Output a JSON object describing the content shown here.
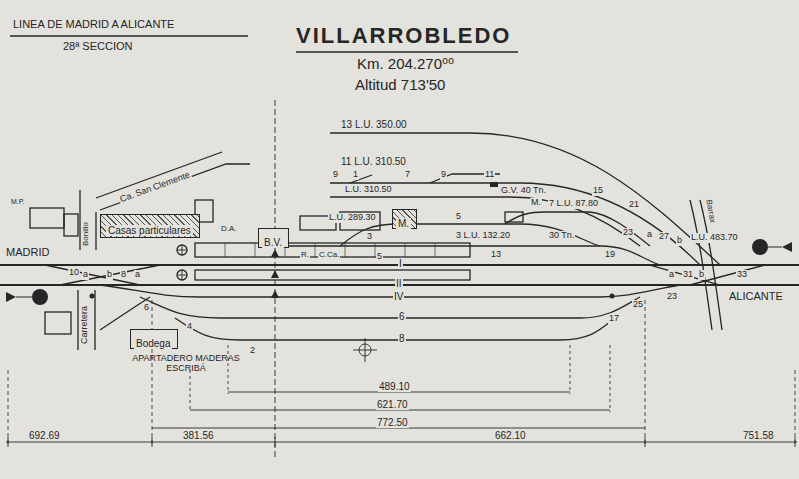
{
  "diagram": {
    "title": "VILLARROBLEDO",
    "nodes": [
      {
        "text": [
          "Casas particulares"
        ]
      },
      {
        "text": [
          "B.V."
        ]
      },
      {
        "text": [
          "M."
        ]
      },
      {
        "text": [
          "Bodega"
        ]
      }
    ],
    "labels": [
      "LINEA DE MADRID A ALICANTE",
      "28ª SECCION",
      "Km. 204.270⁰⁰",
      "Altitud 713'50",
      "13 L.U. 350.00",
      "11 L.U. 310.50",
      "9",
      "1",
      "7",
      "9",
      "11",
      "L.U. 310.50",
      "G.V. 40 Tn.",
      "L.U. 289.30",
      "5",
      "M.",
      "7 L.U. 87.80",
      "3 L.U. 132.20",
      "30 Tn.",
      "21",
      "15",
      "23",
      "a",
      "27",
      "b",
      "L.U. 483.70",
      "19",
      "13",
      "3",
      "5",
      "I",
      "II",
      "IV",
      "6",
      "8",
      "MADRID",
      "ALICANTE",
      "10",
      "a",
      "b",
      "8",
      "a",
      "6",
      "4",
      "2",
      "17",
      "25",
      "23",
      "a",
      "31",
      "b",
      "33",
      "489.10",
      "621.70",
      "772.50",
      "692.69",
      "381.56",
      "662.10",
      "751.58",
      "APARTADERO MADERAS ESCRIBÁ",
      "Carretera",
      "Ca. San Clemente",
      "Bonillo",
      "D.A.",
      "R.",
      "C.Ca.",
      "Barrax",
      "M.P."
    ]
  }
}
